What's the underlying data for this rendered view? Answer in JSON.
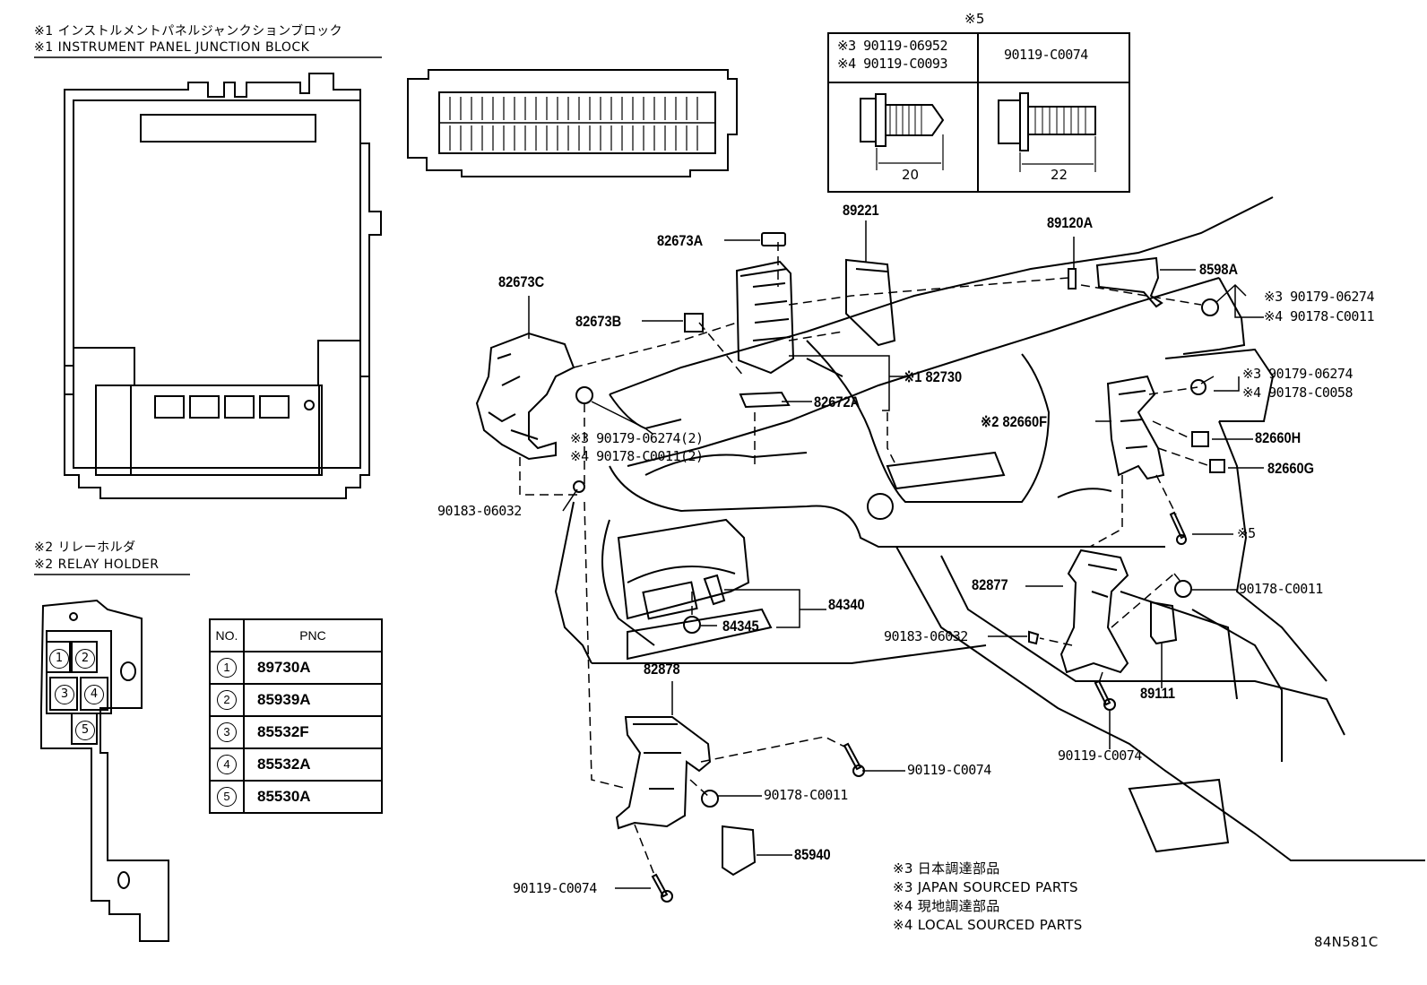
{
  "headers": {
    "ijb_jp": "※1 インストルメントパネルジャンクションブロック",
    "ijb_en": "※1 INSTRUMENT PANEL JUNCTION BLOCK",
    "relay_jp": "※2 リレーホルダ",
    "relay_en": "※2 RELAY HOLDER",
    "box_mark": "※5"
  },
  "bolt_box": {
    "left_line1": "※3 90119-06952",
    "left_line2": "※4 90119-C0093",
    "right_line": "90119-C0074",
    "dim_left": "20",
    "dim_right": "22"
  },
  "pnc_table": {
    "col_no": "NO.",
    "col_pnc": "PNC",
    "rows": [
      {
        "no": "1",
        "pnc": "89730A"
      },
      {
        "no": "2",
        "pnc": "85939A"
      },
      {
        "no": "3",
        "pnc": "85532F"
      },
      {
        "no": "4",
        "pnc": "85532A"
      },
      {
        "no": "5",
        "pnc": "85530A"
      }
    ]
  },
  "relay_slots": [
    "1",
    "2",
    "3",
    "4",
    "5"
  ],
  "callouts": {
    "c89221": "89221",
    "c89120A": "89120A",
    "c82673A": "82673A",
    "c8598A": "8598A",
    "c82673C": "82673C",
    "c82673B": "82673B",
    "r1_a": "※3 90179-06274",
    "r1_b": "※4 90178-C0011",
    "c82730": "※1 82730",
    "r2_a": "※3 90179-06274",
    "r2_b": "※4 90178-C0058",
    "c82672A": "82672A",
    "c82660F": "※2 82660F",
    "c82660H": "82660H",
    "l_a": "※3 90179-06274(2)",
    "l_b": "※4 90178-C0011(2)",
    "c82660G": "82660G",
    "c90183a": "90183-06032",
    "c5": "※5",
    "c84340": "84340",
    "c82877": "82877",
    "c90178r": "90178-C0011",
    "c84345": "84345",
    "c90183b": "90183-06032",
    "c82878": "82878",
    "c89111": "89111",
    "c90119r": "90119-C0074",
    "c90119m": "90119-C0074",
    "c90178m": "90178-C0011",
    "c85940": "85940",
    "c90119b": "90119-C0074"
  },
  "notes": {
    "n1": "※3 日本調達部品",
    "n2": "※3 JAPAN SOURCED PARTS",
    "n3": "※4 現地調達部品",
    "n4": "※4 LOCAL SOURCED PARTS"
  },
  "figure_code": "84N581C"
}
